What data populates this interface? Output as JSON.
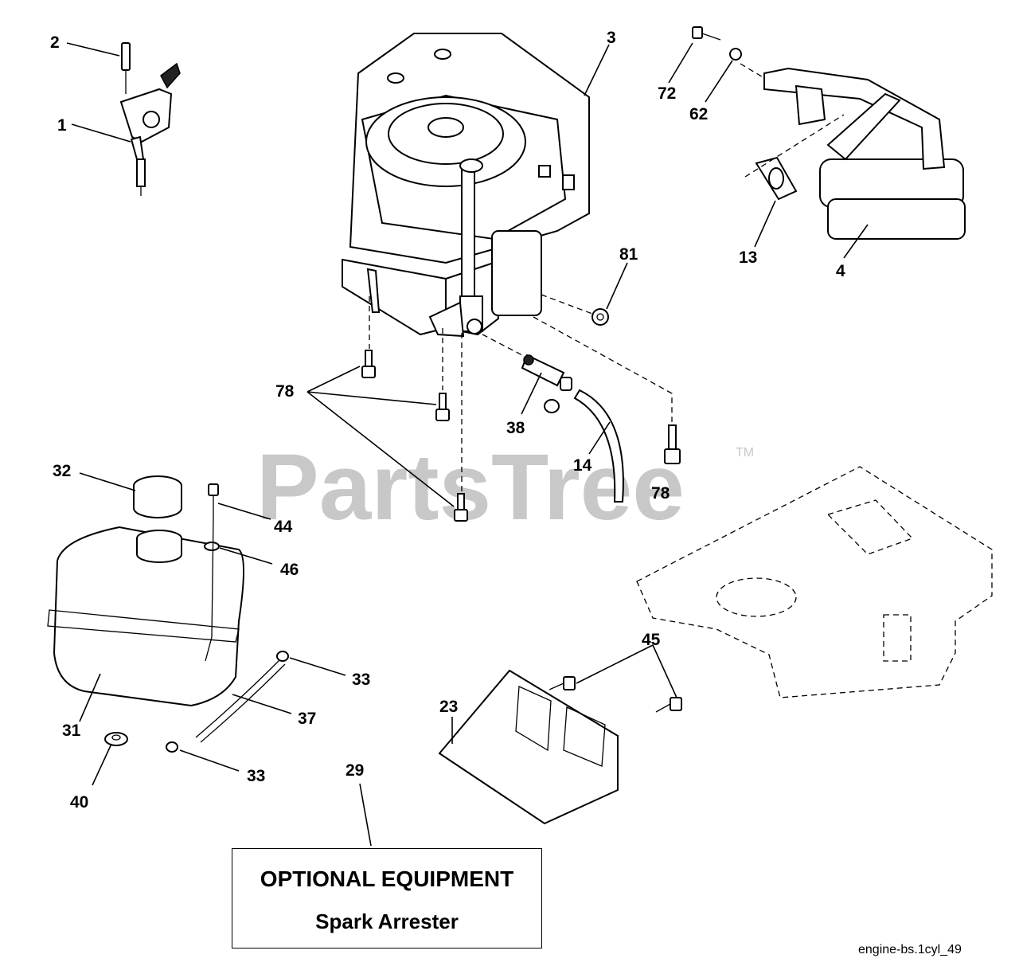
{
  "watermark": {
    "brand": "PartsTree",
    "trademark": "TM"
  },
  "callouts": {
    "c1": "1",
    "c2": "2",
    "c3": "3",
    "c4": "4",
    "c13": "13",
    "c14": "14",
    "c23": "23",
    "c29": "29",
    "c31": "31",
    "c32": "32",
    "c33a": "33",
    "c33b": "33",
    "c37": "37",
    "c38": "38",
    "c40": "40",
    "c44": "44",
    "c45": "45",
    "c46": "46",
    "c62": "62",
    "c72": "72",
    "c78a": "78",
    "c78b": "78",
    "c81": "81"
  },
  "optional_box": {
    "title": "OPTIONAL EQUIPMENT",
    "subtitle": "Spark Arrester"
  },
  "diagram_code": "engine-bs.1cyl_49"
}
